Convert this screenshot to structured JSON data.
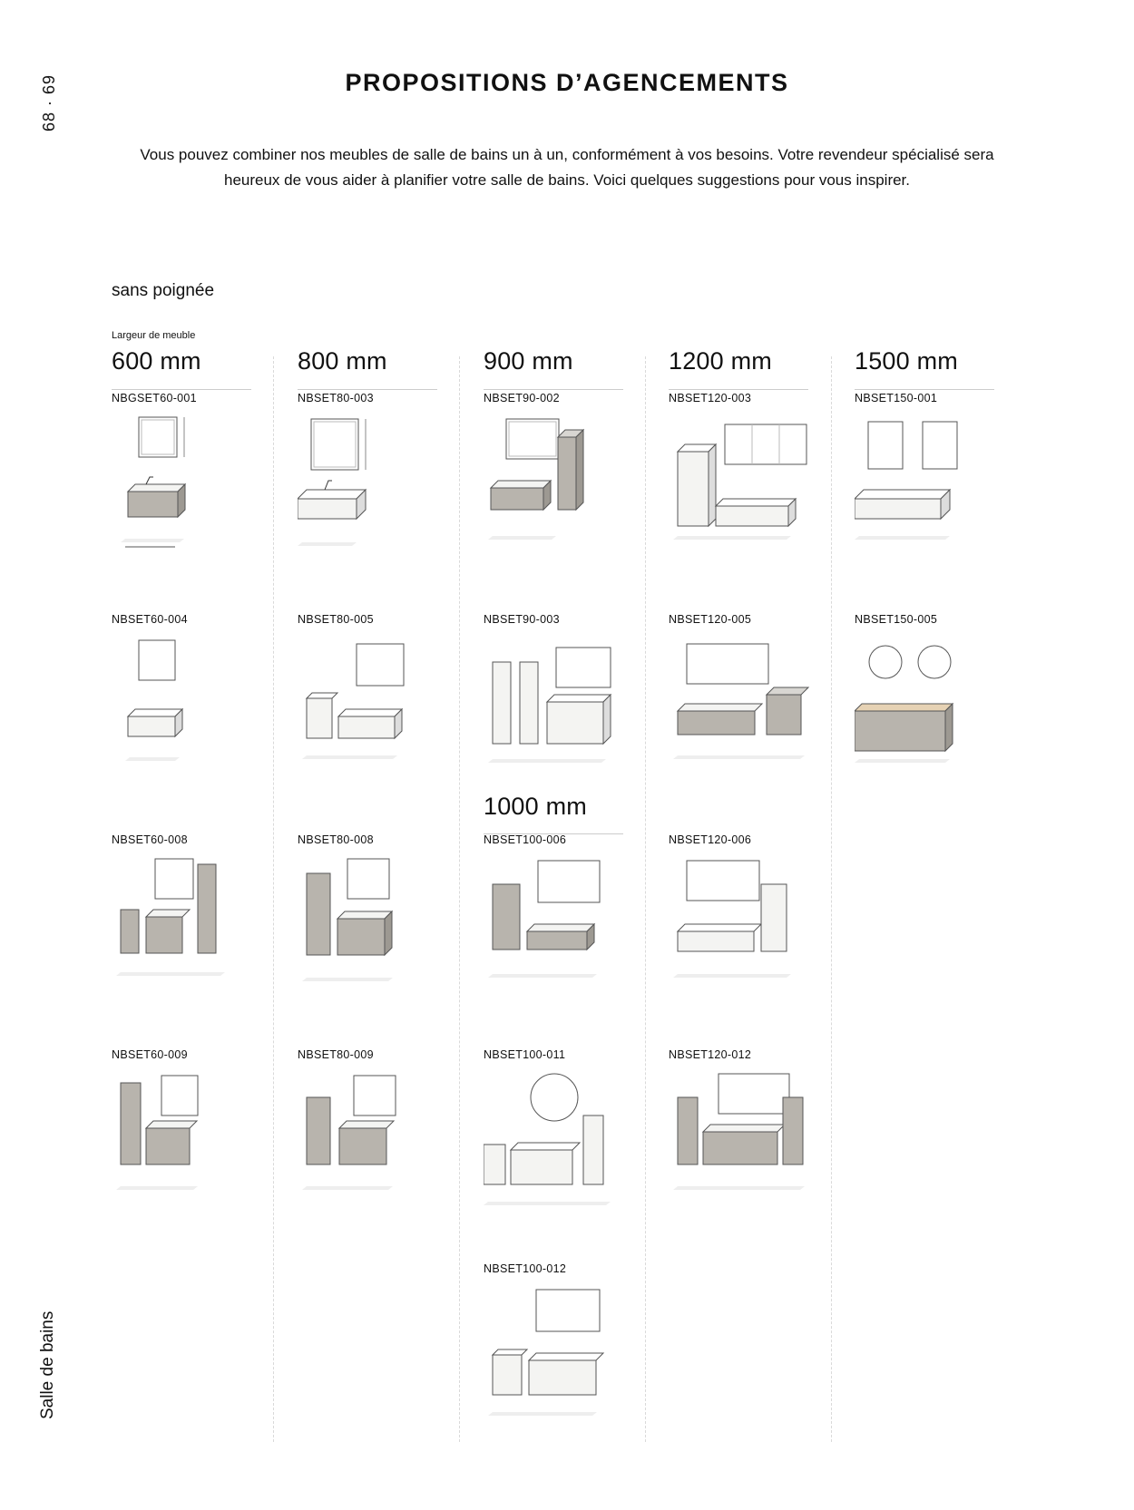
{
  "page_numbers": "68 · 69",
  "side_label": "Salle de bains",
  "title": "PROPOSITIONS D’AGENCEMENTS",
  "intro": "Vous pouvez combiner nos meubles de salle de bains un à un, conformément à vos besoins. Votre revendeur spécialisé sera heureux de vous aider à planifier votre salle de bains. Voici quelques suggestions pour vous inspirer.",
  "section": "sans poignée",
  "width_label": "Largeur de meuble",
  "widths": {
    "w600": "600 mm",
    "w800": "800 mm",
    "w900": "900 mm",
    "w1000": "1000 mm",
    "w1200": "1200 mm",
    "w1500": "1500 mm"
  },
  "items": {
    "c1r1": "NBGSET60-001",
    "c2r1": "NBSET80-003",
    "c3r1": "NBSET90-002",
    "c4r1": "NBSET120-003",
    "c5r1": "NBSET150-001",
    "c1r2": "NBSET60-004",
    "c2r2": "NBSET80-005",
    "c3r2": "NBSET90-003",
    "c4r2": "NBSET120-005",
    "c5r2": "NBSET150-005",
    "c1r3": "NBSET60-008",
    "c2r3": "NBSET80-008",
    "c3r3": "NBSET100-006",
    "c4r3": "NBSET120-006",
    "c1r4": "NBSET60-009",
    "c2r4": "NBSET80-009",
    "c3r4": "NBSET100-011",
    "c4r4": "NBSET120-012",
    "c3r5": "NBSET100-012"
  },
  "colors": {
    "cabinet": "#b8b4ad",
    "white_cabinet": "#f4f4f2",
    "line": "#555555",
    "rule": "#cccccc"
  }
}
